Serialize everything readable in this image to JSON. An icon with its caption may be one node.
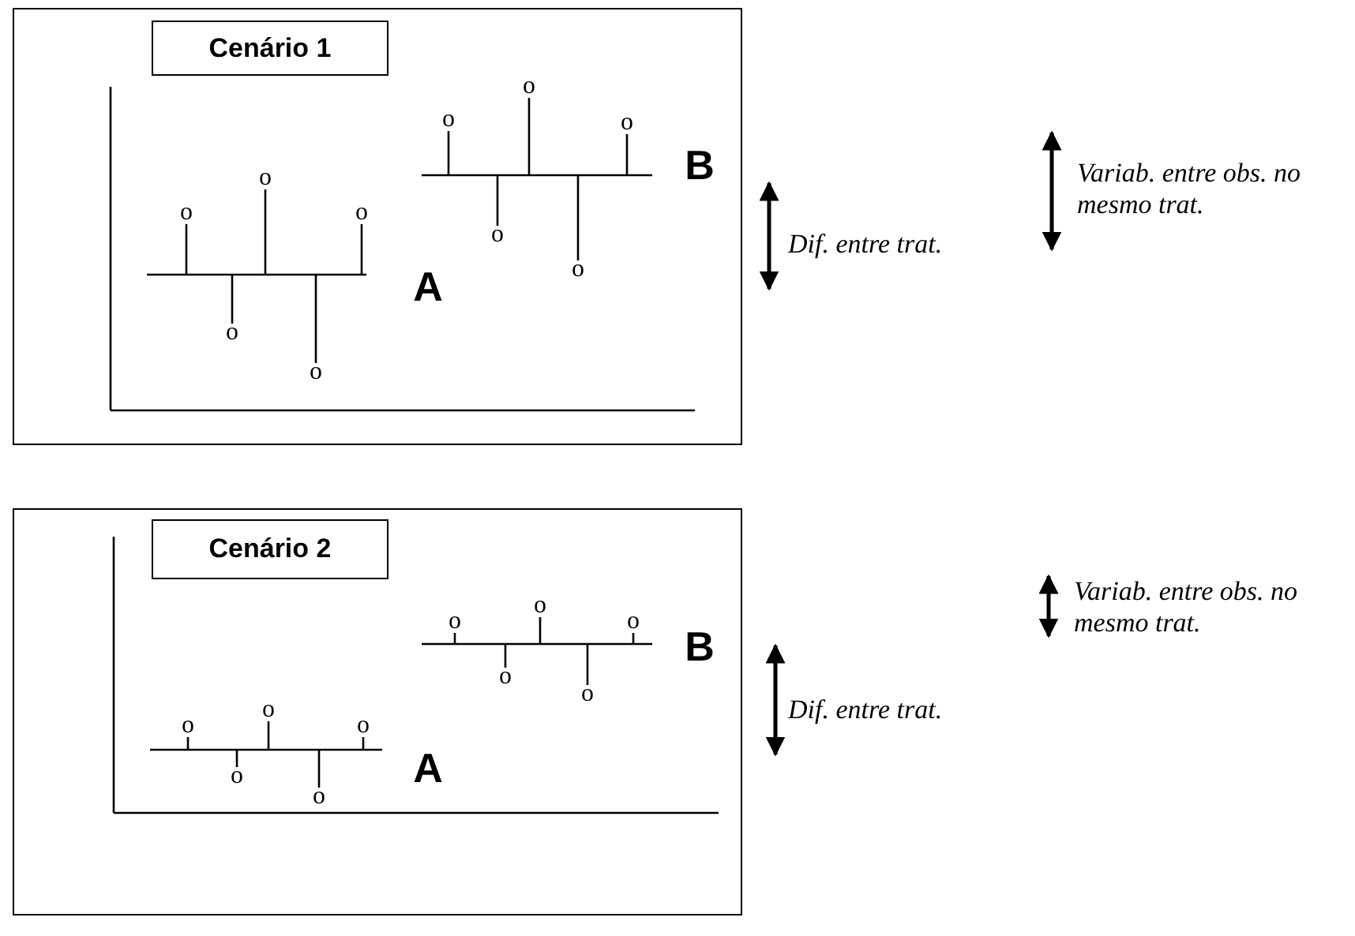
{
  "diagram": {
    "nodes": [
      {
        "text": [],
        "shape": "box"
      },
      {
        "text": [
          "Cenário 1"
        ],
        "in": 0
      },
      {
        "text": [],
        "shape": "box"
      },
      {
        "text": [
          "Cenário 2"
        ],
        "in": 2
      }
    ],
    "labels": [
      "o",
      "o",
      "o",
      "B",
      "o",
      "o",
      "o",
      "o",
      "o",
      "A",
      "o",
      "o",
      "Variab. entre obs. no mesmo trat.",
      "Dif. entre trat.",
      "o",
      "o",
      "o",
      "B",
      "o",
      "o",
      "o",
      "o",
      "o",
      "A",
      "o",
      "o",
      "Variab. entre obs. no mesmo trat.",
      "Dif. entre trat."
    ]
  }
}
